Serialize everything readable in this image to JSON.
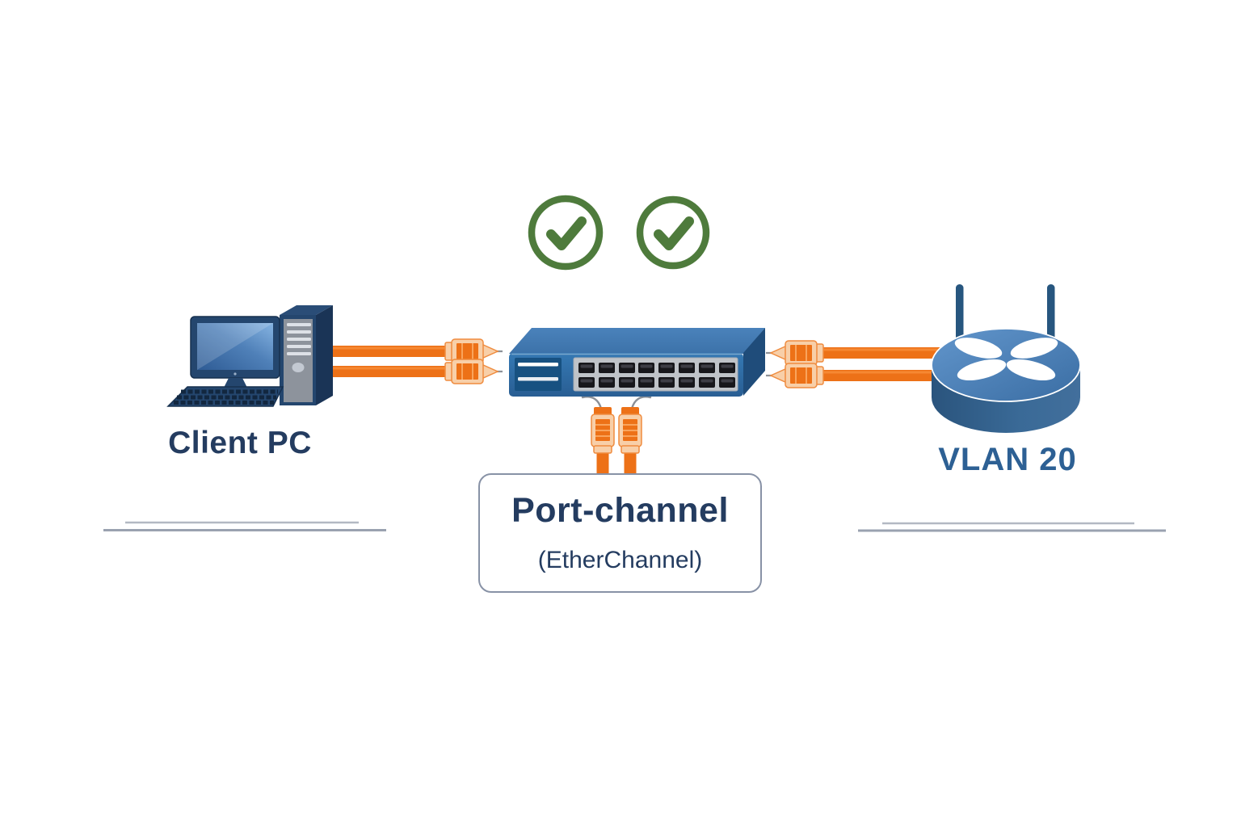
{
  "colors": {
    "check_green": "#4E7B3C",
    "cable_orange": "#ED7117",
    "connector_peach": "#F8CFA8",
    "connector_stroke": "#EF8C3F",
    "navy_text": "#243C60",
    "vlan_text": "#2D6094",
    "box_border": "#8892A6",
    "line_gray": "#9AA2B0",
    "switch_blue": "#2F6CAB",
    "switch_blue_dark": "#1F4C7A",
    "router_blue": "#3E71A6",
    "pc_navy": "#24466E"
  },
  "diagram": {
    "nodes": [
      {
        "id": "client-pc",
        "label": "Client PC",
        "icon": "desktop-computer-icon"
      },
      {
        "id": "switch",
        "label": "",
        "icon": "network-switch-icon"
      },
      {
        "id": "vlan20-router",
        "label": "VLAN 20",
        "icon": "wireless-router-icon"
      }
    ],
    "links": [
      {
        "from": "client-pc",
        "to": "switch",
        "cables": 2,
        "style": "orange-ethernet"
      },
      {
        "from": "switch",
        "to": "vlan20-router",
        "cables": 2,
        "style": "orange-ethernet"
      },
      {
        "from": "switch",
        "to": "port-channel-callout",
        "cables": 2,
        "style": "orange-ethernet"
      }
    ],
    "status_icons": [
      {
        "name": "check-circle-icon",
        "state": "ok"
      },
      {
        "name": "check-circle-icon",
        "state": "ok"
      }
    ]
  },
  "callout": {
    "title": "Port-channel",
    "subtitle": "(EtherChannel)"
  }
}
